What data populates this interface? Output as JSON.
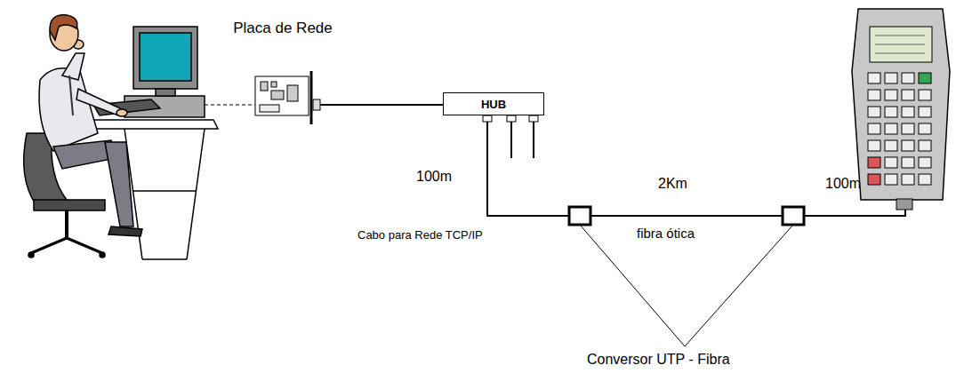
{
  "diagram": {
    "nodes": [
      {
        "text": [
          "HUB"
        ]
      }
    ],
    "labels": [
      "Placa de Rede",
      "100m",
      "Cabo para Rede TCP/IP",
      "2Km",
      "fibra ótica",
      "100m",
      "Conversor UTP - Fibra"
    ]
  }
}
